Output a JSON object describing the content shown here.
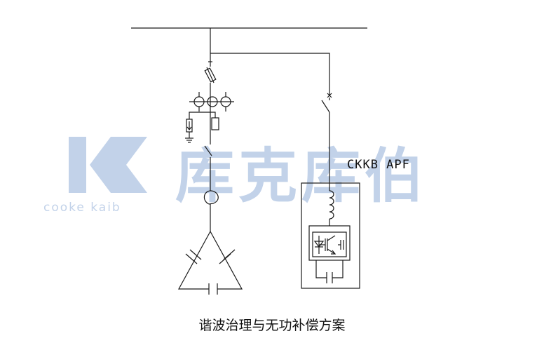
{
  "watermark": {
    "logo": "cooke-kaib-logo",
    "company_cn": "库克库伯",
    "company_en": "cooke kaib",
    "color": "#b8cbe6"
  },
  "diagram": {
    "apf_label": "CKKB APF",
    "caption": "谐波治理与无功补偿方案"
  },
  "colors": {
    "line": "#1a1a1a"
  }
}
